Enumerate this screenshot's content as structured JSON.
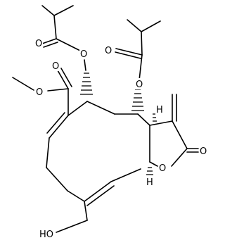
{
  "molecule": {
    "atom_labels": {
      "O_ester_top_left": "O",
      "O_ester_left": "O",
      "O_ketone_top_right": "O",
      "O_ester_right": "O",
      "O_ester_methyl_carbonyl": "O",
      "O_ester_methyl": "O",
      "O_lactone_carbonyl": "O",
      "O_lactone_ring": "O",
      "H_upper": "H",
      "H_lower": "H",
      "HO": "HO"
    }
  }
}
